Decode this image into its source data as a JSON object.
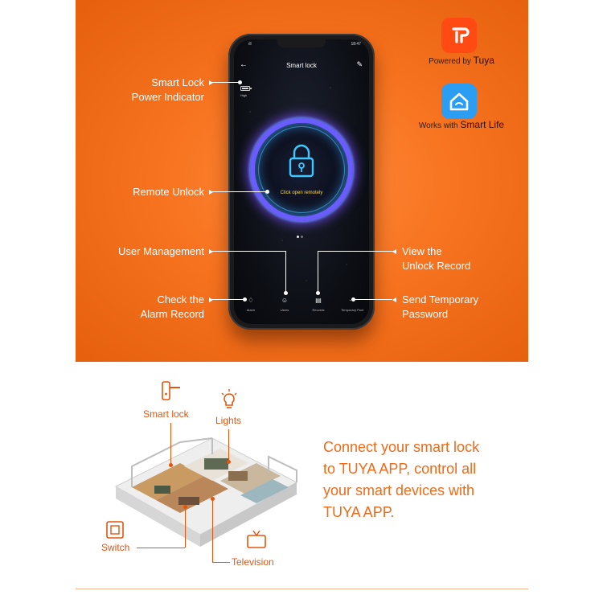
{
  "phone": {
    "app_title": "Smart lock",
    "status_time": "18:47",
    "status_signal": "ıll",
    "battery_level": "High",
    "click_open": "Click open remotely",
    "nav": [
      {
        "label": "Alarm",
        "icon": "alarm-icon"
      },
      {
        "label": "Users",
        "icon": "users-icon"
      },
      {
        "label": "Records",
        "icon": "records-icon"
      },
      {
        "label": "Temporary Pwd",
        "icon": "keypad-icon"
      }
    ]
  },
  "annotations": {
    "power": [
      "Smart Lock",
      "Power Indicator"
    ],
    "remote": "Remote Unlock",
    "users": "User Management",
    "alarm": [
      "Check the",
      "Alarm Record"
    ],
    "unlock_record": [
      "View the",
      "Unlock Record"
    ],
    "temp_password": [
      "Send Temporary",
      "Password"
    ]
  },
  "badges": {
    "tuya_prefix": "Powered by",
    "tuya_name": "Tuya",
    "smartlife_prefix": "Works with",
    "smartlife_name": "Smart Life"
  },
  "bottom": {
    "labels": {
      "smart_lock": "Smart lock",
      "lights": "Lights",
      "switch": "Switch",
      "television": "Television"
    },
    "connect_lines": [
      "Connect your smart lock",
      "to TUYA APP, control all",
      "your smart devices with",
      "TUYA APP."
    ]
  },
  "colors": {
    "orange_bg": "#f7731f",
    "accent_text": "#f06a17",
    "lock_ring": "#6b5cff",
    "click_open_text": "#ffd84a",
    "tuya_badge": "#ff4a14",
    "smartlife_badge": "#2b9ef3"
  }
}
